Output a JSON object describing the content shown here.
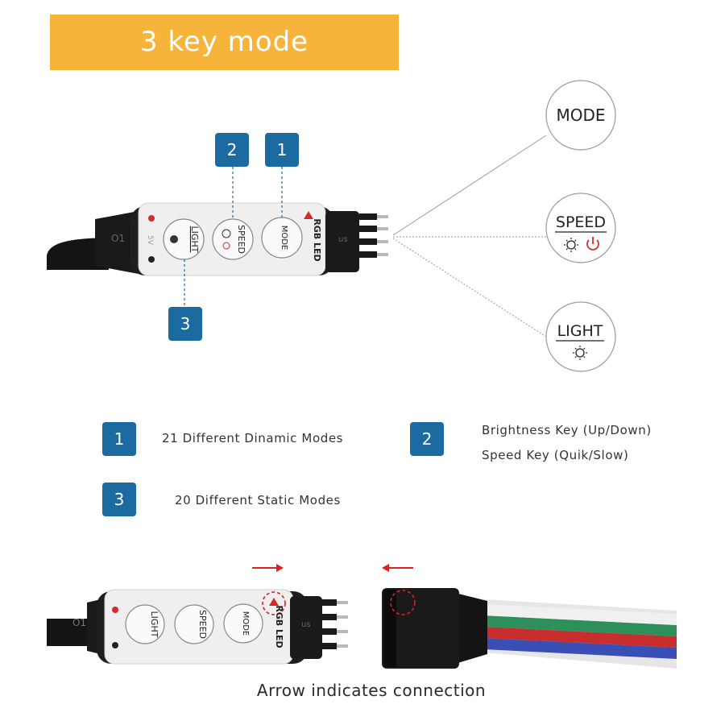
{
  "title": "3 key mode",
  "callouts": {
    "badge1": "1",
    "badge2": "2",
    "badge3": "3",
    "mode_label": "MODE",
    "speed_label": "SPEED",
    "light_label": "LIGHT"
  },
  "device": {
    "button_mode": "MODE",
    "button_speed": "SPEED",
    "button_light": "LIGHT",
    "brand_label": "RGB LED",
    "plus_label": "5V",
    "pin_label": "O1",
    "us_label": "us"
  },
  "legend": [
    {
      "number": "1",
      "lines": [
        "21 Different Dinamic Modes"
      ]
    },
    {
      "number": "2",
      "lines": [
        "Brightness Key (Up/Down)",
        "Speed Key (Quik/Slow)"
      ]
    },
    {
      "number": "3",
      "lines": [
        "20 Different Static Modes"
      ]
    }
  ],
  "caption": "Arrow indicates connection",
  "colors": {
    "banner": "#f7b43a",
    "badge": "#1b6aa0",
    "power_red": "#d42a2a",
    "arrow_red": "#e02020"
  },
  "icons": [
    "sun-icon",
    "power-icon",
    "arrow-right-icon",
    "arrow-left-icon"
  ]
}
